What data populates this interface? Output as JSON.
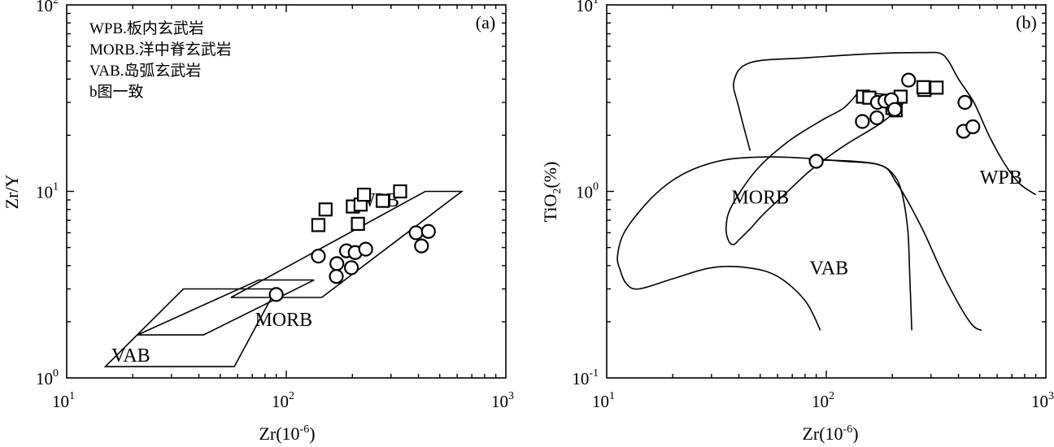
{
  "chart_data": [
    {
      "type": "scatter",
      "panel_label": "(a)",
      "xlabel": "Zr(10",
      "xlabel_sup": "-6",
      "xlabel_end": ")",
      "ylabel": "Zr/Y",
      "xscale": "log",
      "yscale": "log",
      "xlim": [
        10,
        1000
      ],
      "ylim": [
        1,
        100
      ],
      "xticks": [
        {
          "base": "10",
          "exp": "1"
        },
        {
          "base": "10",
          "exp": "2"
        },
        {
          "base": "10",
          "exp": "3"
        }
      ],
      "yticks": [
        {
          "base": "10",
          "exp": "0"
        },
        {
          "base": "10",
          "exp": "1"
        },
        {
          "base": "10",
          "exp": "2"
        }
      ],
      "legend_notes": [
        "WPB.板内玄武岩",
        "MORB.洋中脊玄武岩",
        "VAB.岛弧玄武岩",
        "b图一致"
      ],
      "fields": [
        {
          "label": "WPB",
          "label_at": [
            210,
            8.3
          ],
          "polygon": [
            [
              56,
              2.7
            ],
            [
              430,
              10
            ],
            [
              630,
              10
            ],
            [
              145,
              2.7
            ]
          ]
        },
        {
          "label": "MORB",
          "label_at": [
            72,
            1.9
          ],
          "polygon": [
            [
              21,
              1.7
            ],
            [
              75,
              3.35
            ],
            [
              134,
              3.35
            ],
            [
              42,
              1.7
            ]
          ]
        },
        {
          "label": "VAB",
          "label_at": [
            16,
            1.22
          ],
          "polygon": [
            [
              15,
              1.15
            ],
            [
              34,
              3.0
            ],
            [
              90,
              3.0
            ],
            [
              58,
              1.15
            ]
          ]
        }
      ],
      "series": [
        {
          "marker": "square",
          "points": [
            [
              140,
              6.6
            ],
            [
              151,
              8.0
            ],
            [
              201,
              8.3
            ],
            [
              218,
              8.5
            ],
            [
              226,
              9.6
            ],
            [
              275,
              8.9
            ],
            [
              330,
              10.0
            ],
            [
              212,
              6.7
            ]
          ]
        },
        {
          "marker": "circle",
          "points": [
            [
              90,
              2.8
            ],
            [
              140,
              4.5
            ],
            [
              170,
              4.1
            ],
            [
              169,
              3.5
            ],
            [
              188,
              4.8
            ],
            [
              198,
              3.9
            ],
            [
              206,
              4.7
            ],
            [
              230,
              4.9
            ],
            [
              390,
              6.0
            ],
            [
              444,
              6.1
            ],
            [
              413,
              5.1
            ]
          ]
        }
      ]
    },
    {
      "type": "scatter",
      "panel_label": "(b)",
      "xlabel": "Zr(10",
      "xlabel_sup": "-6",
      "xlabel_end": ")",
      "ylabel": "TiO",
      "ylabel_sub": "2",
      "ylabel_end": "(%)",
      "xscale": "log",
      "yscale": "log",
      "xlim": [
        10,
        1000
      ],
      "ylim": [
        0.1,
        10
      ],
      "xticks": [
        {
          "base": "10",
          "exp": "1"
        },
        {
          "base": "10",
          "exp": "2"
        },
        {
          "base": "10",
          "exp": "3"
        }
      ],
      "yticks": [
        {
          "base": "10",
          "exp": "-1"
        },
        {
          "base": "10",
          "exp": "0"
        },
        {
          "base": "10",
          "exp": "1"
        }
      ],
      "fields": [
        {
          "label": "WPB",
          "label_at": [
            500,
            1.1
          ],
          "boundary": [
            [
              83,
              1.48
            ],
            [
              170,
              1.4
            ],
            [
              210,
              1.1
            ],
            [
              270,
              0.65
            ],
            [
              340,
              0.36
            ],
            [
              400,
              0.25
            ],
            [
              450,
              0.2
            ],
            [
              480,
              0.185
            ],
            [
              510,
              0.18
            ]
          ]
        },
        {
          "label": "MORB",
          "label_at": [
            37,
            0.86
          ],
          "boundary": [
            [
              140,
              3.4
            ],
            [
              210,
              3.25
            ],
            [
              225,
              3.0
            ],
            [
              180,
              2.35
            ],
            [
              120,
              1.75
            ],
            [
              85,
              1.3
            ],
            [
              65,
              0.97
            ],
            [
              52,
              0.76
            ],
            [
              45,
              0.63
            ],
            [
              40,
              0.55
            ],
            [
              38,
              0.52
            ],
            [
              36,
              0.54
            ],
            [
              35,
              0.64
            ],
            [
              37,
              0.83
            ],
            [
              48,
              1.3
            ],
            [
              67,
              1.85
            ],
            [
              95,
              2.4
            ],
            [
              120,
              2.8
            ],
            [
              140,
              3.4
            ]
          ]
        },
        {
          "label": "VAB",
          "label_at": [
            84,
            0.36
          ],
          "boundary": [
            [
              94,
              0.18
            ],
            [
              80,
              0.26
            ],
            [
              60,
              0.35
            ],
            [
              44,
              0.39
            ],
            [
              30,
              0.39
            ],
            [
              20,
              0.34
            ],
            [
              14,
              0.3
            ],
            [
              12.3,
              0.32
            ],
            [
              11.5,
              0.38
            ],
            [
              11.2,
              0.45
            ],
            [
              12,
              0.6
            ],
            [
              15,
              0.85
            ],
            [
              19,
              1.1
            ],
            [
              25,
              1.32
            ],
            [
              35,
              1.48
            ],
            [
              55,
              1.53
            ],
            [
              85,
              1.5
            ],
            [
              120,
              1.45
            ],
            [
              170,
              1.4
            ],
            [
              200,
              1.25
            ],
            [
              220,
              1.0
            ],
            [
              235,
              0.62
            ],
            [
              240,
              0.35
            ],
            [
              245,
              0.18
            ]
          ]
        },
        {
          "label": "",
          "boundary": [
            [
              45,
              1.65
            ],
            [
              40,
              2.8
            ],
            [
              38,
              3.9
            ],
            [
              45,
              4.9
            ],
            [
              80,
              5.2
            ],
            [
              180,
              5.5
            ],
            [
              280,
              5.55
            ],
            [
              330,
              5.5
            ],
            [
              360,
              5.0
            ],
            [
              400,
              4.0
            ],
            [
              470,
              3.0
            ],
            [
              550,
              2.0
            ],
            [
              650,
              1.4
            ],
            [
              760,
              1.1
            ],
            [
              900,
              0.96
            ]
          ]
        }
      ],
      "series": [
        {
          "marker": "square",
          "points": [
            [
              147,
              3.22
            ],
            [
              157,
              3.18
            ],
            [
              200,
              2.8
            ],
            [
              207,
              2.72
            ],
            [
              218,
              3.22
            ],
            [
              280,
              3.5
            ],
            [
              318,
              3.6
            ],
            [
              277,
              3.62
            ]
          ]
        },
        {
          "marker": "circle",
          "points": [
            [
              90,
              1.45
            ],
            [
              146,
              2.37
            ],
            [
              170,
              2.48
            ],
            [
              171,
              3.0
            ],
            [
              185,
              3.05
            ],
            [
              198,
              3.1
            ],
            [
              205,
              2.75
            ],
            [
              237,
              3.95
            ],
            [
              428,
              3.0
            ],
            [
              422,
              2.1
            ],
            [
              465,
              2.22
            ]
          ]
        }
      ]
    }
  ]
}
